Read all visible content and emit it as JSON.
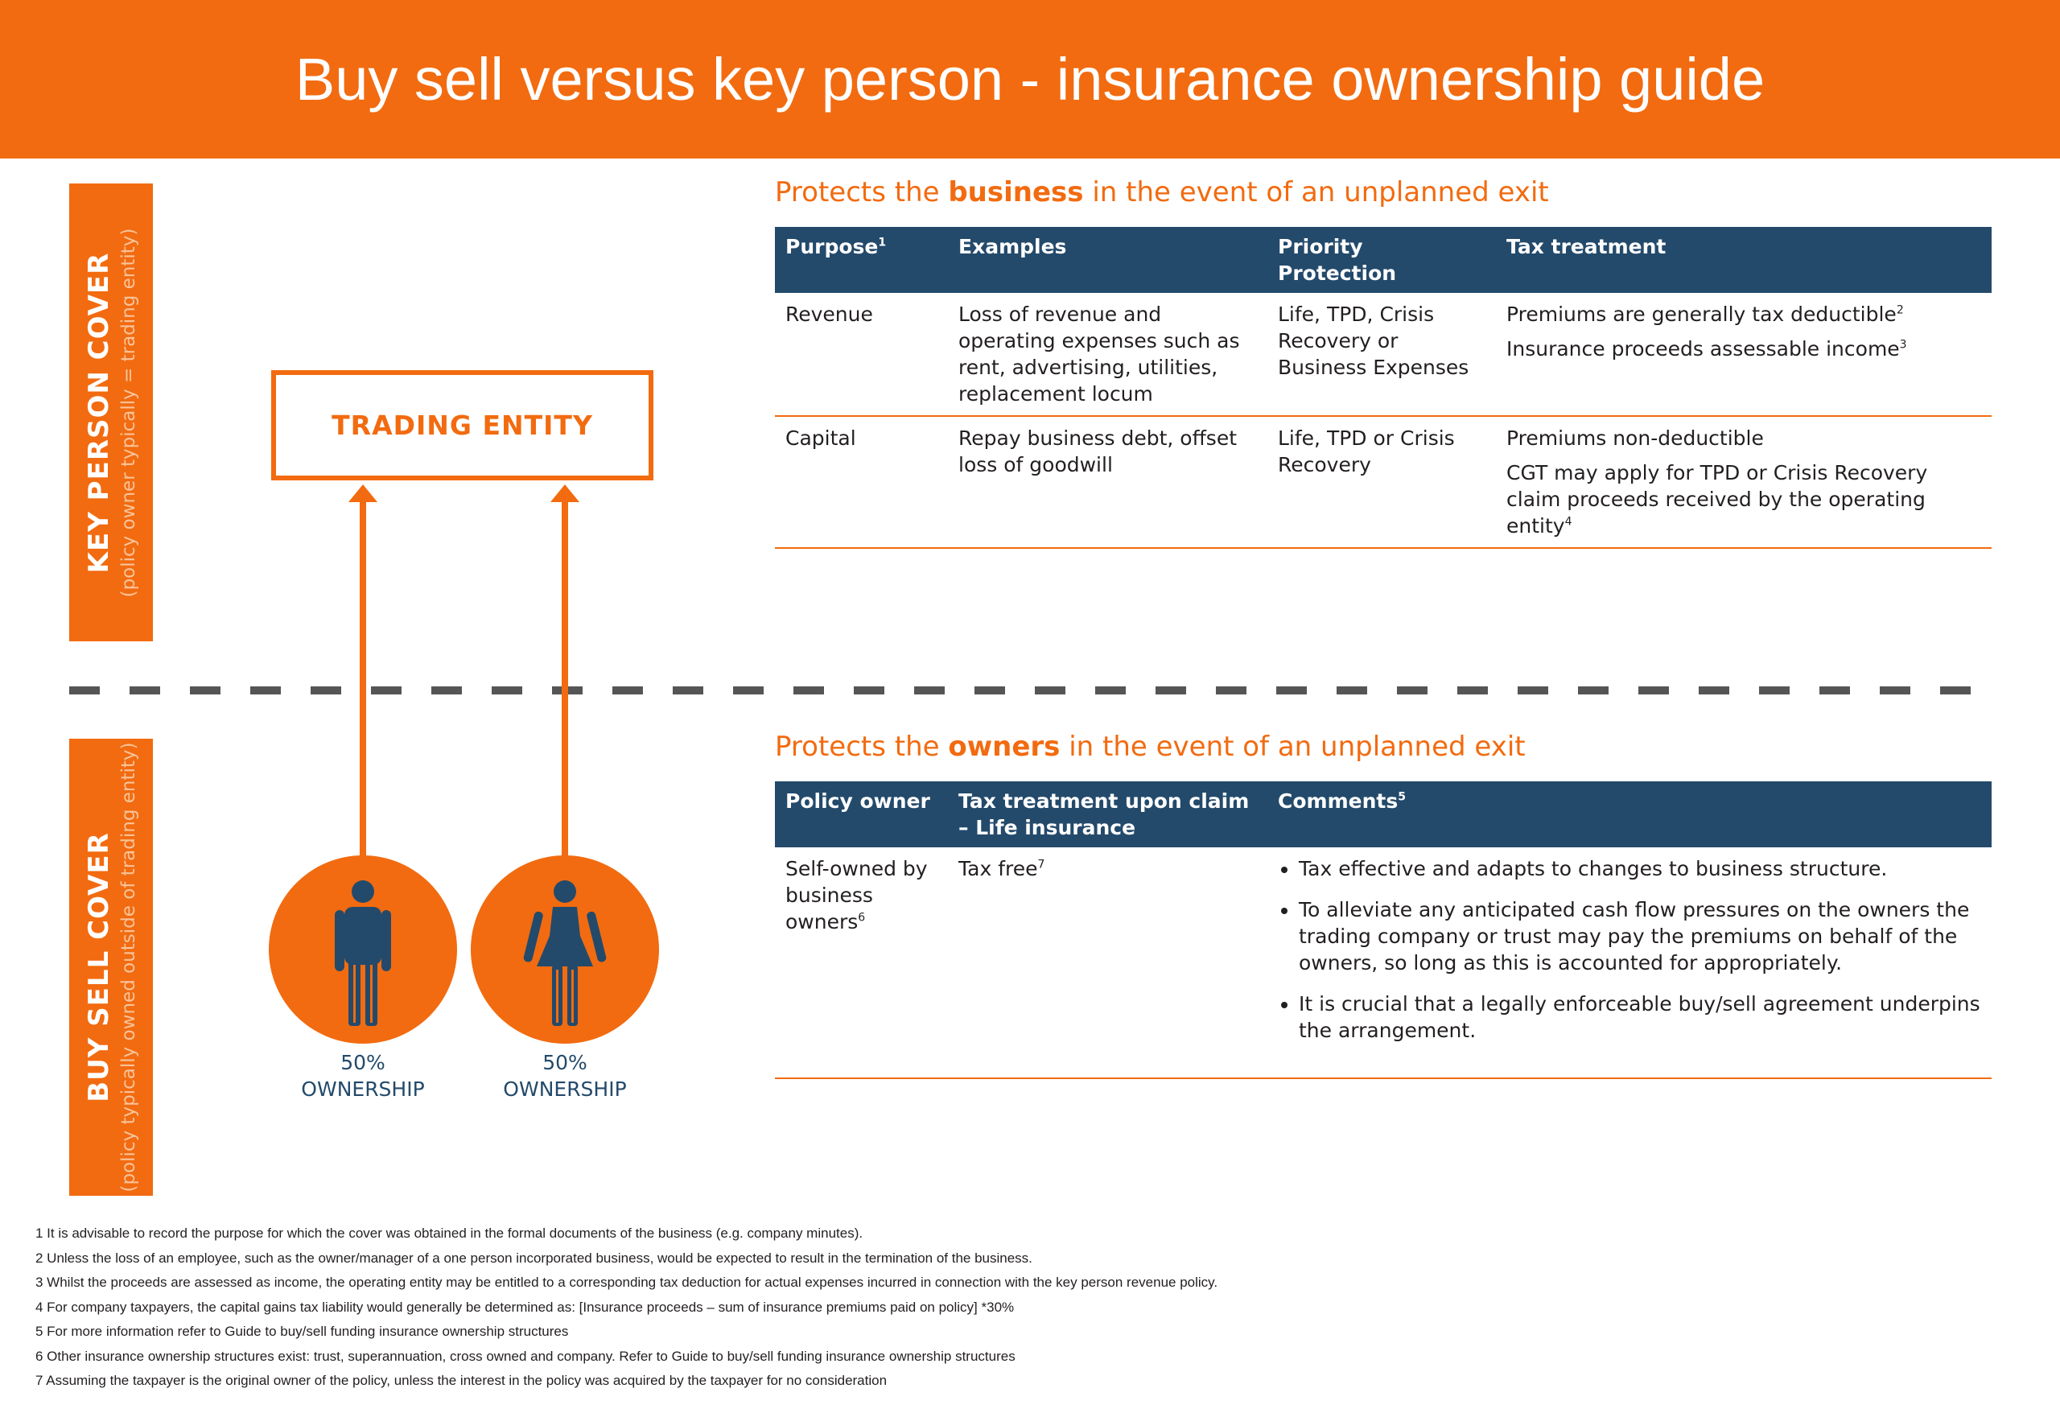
{
  "header": {
    "title": "Buy sell versus key person - insurance ownership guide"
  },
  "sidebar_top": {
    "title": "KEY PERSON COVER",
    "subtitle": "(policy owner typically = trading entity)"
  },
  "sidebar_bottom": {
    "title": "BUY SELL COVER",
    "subtitle": "(policy typically owned outside of trading entity)"
  },
  "diagram": {
    "trading_entity": "TRADING ENTITY",
    "owners": [
      {
        "icon": "male-person-icon",
        "percent": "50%",
        "label": "OWNERSHIP"
      },
      {
        "icon": "female-person-icon",
        "percent": "50%",
        "label": "OWNERSHIP"
      }
    ]
  },
  "section_business": {
    "title_pre": "Protects the ",
    "title_bold": "business",
    "title_post": " in the event of an unplanned exit",
    "headers": {
      "purpose": "Purpose",
      "purpose_sup": "1",
      "examples": "Examples",
      "priority": "Priority Protection",
      "tax": "Tax treatment"
    },
    "rows": [
      {
        "purpose": "Revenue",
        "examples": "Loss of revenue and operating expenses such as rent, advertising, utilities, replacement locum",
        "priority": "Life, TPD, Crisis Recovery or Business Expenses",
        "tax_1": "Premiums are generally tax deductible",
        "tax_1_sup": "2",
        "tax_2": "Insurance proceeds assessable income",
        "tax_2_sup": "3"
      },
      {
        "purpose": "Capital",
        "examples": "Repay business debt, offset loss of goodwill",
        "priority": "Life, TPD or Crisis Recovery",
        "tax_1": "Premiums non-deductible",
        "tax_2": "CGT may apply for TPD or Crisis Recovery claim proceeds received by the operating entity",
        "tax_2_sup": "4"
      }
    ]
  },
  "section_owners": {
    "title_pre": "Protects the ",
    "title_bold": "owners",
    "title_post": " in the event of an unplanned exit",
    "headers": {
      "policy_owner": "Policy owner",
      "tax_claim": "Tax treatment upon claim – Life insurance",
      "comments": "Comments",
      "comments_sup": "5"
    },
    "row": {
      "policy_owner": "Self-owned by business owners",
      "policy_owner_sup": "6",
      "tax": "Tax free",
      "tax_sup": "7",
      "comments": [
        "Tax effective and adapts to changes to business structure.",
        "To alleviate any anticipated cash flow pressures on the owners the trading company or trust may pay the premiums on behalf of the owners, so long as this is accounted for appropriately.",
        "It is crucial that a legally enforceable buy/sell agreement underpins the arrangement."
      ]
    }
  },
  "footnotes": [
    "1 It is advisable to record the purpose for which the cover was obtained in the formal documents of the business (e.g. company minutes).",
    "2 Unless the loss of an employee, such as the owner/manager of a one person incorporated business, would be expected to result in the termination of the business.",
    "3 Whilst the proceeds are assessed as income, the operating entity may be entitled to a corresponding tax deduction for actual expenses incurred in connection with the key person revenue policy.",
    "4 For company taxpayers, the capital gains tax liability would generally be determined as: [Insurance proceeds – sum of insurance premiums paid on policy] *30%",
    "5 For more information refer to Guide to buy/sell funding insurance ownership structures",
    "6 Other insurance ownership structures exist: trust, superannuation, cross owned and company. Refer to Guide to buy/sell funding insurance ownership structures",
    "7 Assuming the taxpayer is the original owner of the policy, unless the interest in the policy was acquired by the taxpayer for no consideration"
  ],
  "colors": {
    "orange": "#f26b10",
    "navy": "#234a6b",
    "dash": "#555555"
  }
}
